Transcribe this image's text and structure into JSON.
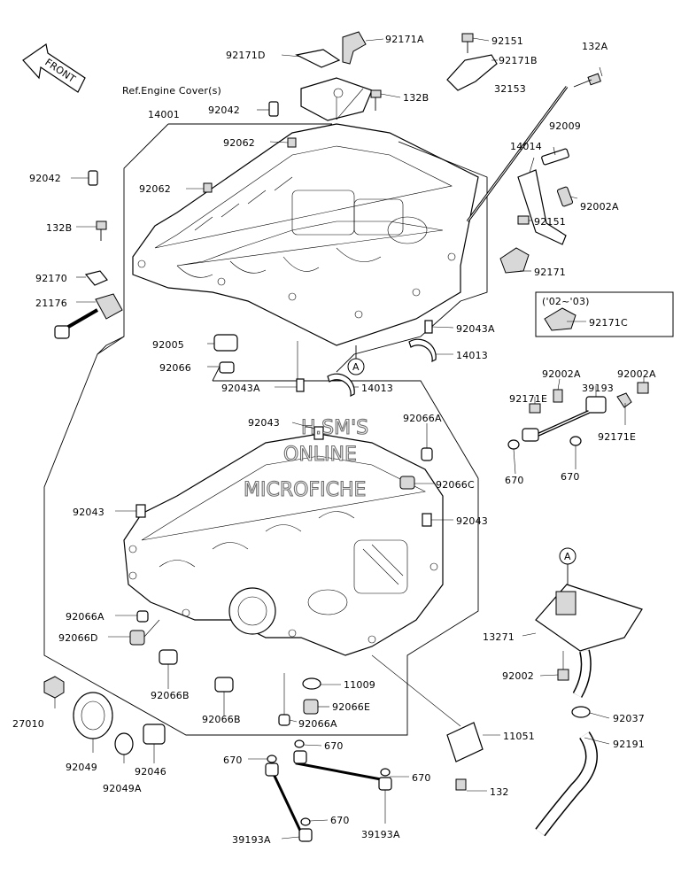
{
  "front_arrow": {
    "text": "FRONT"
  },
  "ref_note": "Ref.Engine Cover(s)",
  "watermark": [
    "H.SM'S",
    "ONLINE",
    "MICROFICHE"
  ],
  "year_note": "('02~'03)",
  "callout_circle": "A",
  "labels": {
    "l_92171A": "92171A",
    "l_92171D": "92171D",
    "l_92151a": "92151",
    "l_92171B": "92171B",
    "l_132A": "132A",
    "l_32153": "32153",
    "l_132Ba": "132B",
    "l_92042a": "92042",
    "l_14001": "14001",
    "l_92062a": "92062",
    "l_92042b": "92042",
    "l_92062b": "92062",
    "l_92009": "92009",
    "l_14014": "14014",
    "l_92002A_a": "92002A",
    "l_132Bb": "132B",
    "l_92151b": "92151",
    "l_92170": "92170",
    "l_92171": "92171",
    "l_21176": "21176",
    "l_92171C": "92171C",
    "l_92043A_a": "92043A",
    "l_92005": "92005",
    "l_14013a": "14013",
    "l_92066": "92066",
    "l_92002A_b": "92002A",
    "l_92002A_c": "92002A",
    "l_39193": "39193",
    "l_92171E_a": "92171E",
    "l_92043A_b": "92043A",
    "l_14013b": "14013",
    "l_92043a": "92043",
    "l_92066A_a": "92066A",
    "l_92171E_b": "92171E",
    "l_670a": "670",
    "l_670b": "670",
    "l_92066C": "92066C",
    "l_92043b": "92043",
    "l_92043c": "92043",
    "l_92066A_b": "92066A",
    "l_92066D": "92066D",
    "l_13271": "13271",
    "l_92002": "92002",
    "l_92066B_a": "92066B",
    "l_27010": "27010",
    "l_11009": "11009",
    "l_92066E": "92066E",
    "l_92037": "92037",
    "l_92066B_b": "92066B",
    "l_92066A_c": "92066A",
    "l_92049": "92049",
    "l_92046": "92046",
    "l_11051": "11051",
    "l_92049A": "92049A",
    "l_670c": "670",
    "l_670d": "670",
    "l_92191": "92191",
    "l_670e": "670",
    "l_132": "132",
    "l_670f": "670",
    "l_39193A_a": "39193A",
    "l_39193A_b": "39193A"
  }
}
